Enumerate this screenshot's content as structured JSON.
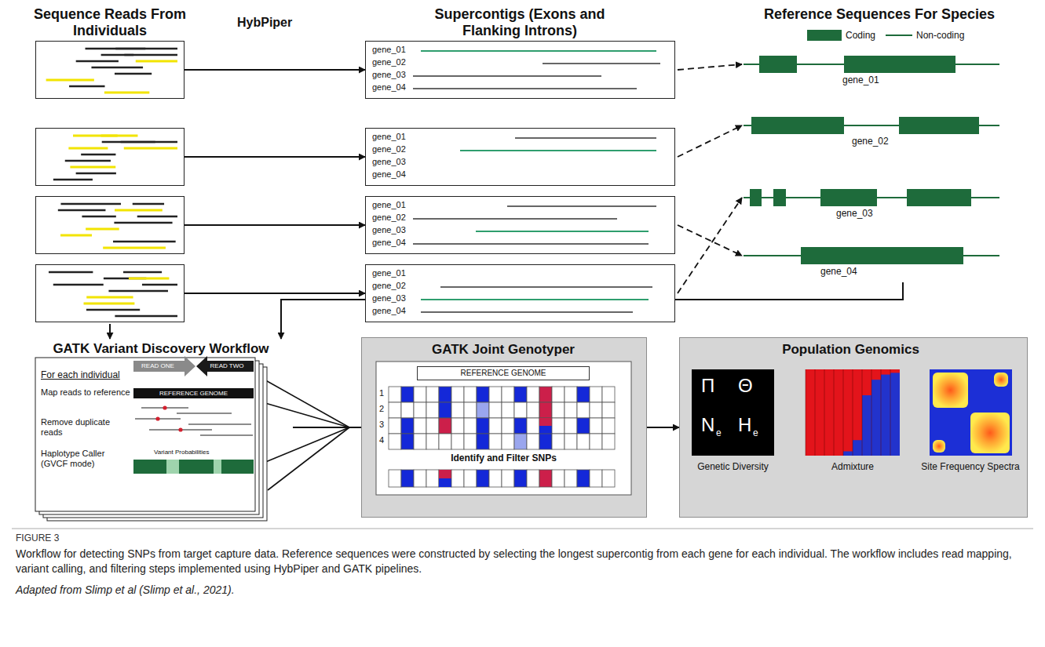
{
  "diagram": {
    "caption": "Workflow for detecting SNPs from target capture data. Reference sequences were constructed by selecting the longest supercontig from each gene for each individual. The workflow includes read mapping, variant calling, and filtering steps implemented using HybPiper and GATK pipelines.",
    "nodes": [
      {
        "text": [
          "Sequence Reads From Individuals"
        ]
      },
      {
        "text": [],
        "in": 0
      },
      {
        "text": [],
        "in": 0
      },
      {
        "text": [],
        "in": 0
      },
      {
        "text": [],
        "in": 0
      },
      {
        "text": [
          "Supercontigs (Exons and Flanking Introns)"
        ]
      },
      {
        "text": [
          "gene_01",
          "gene_02",
          "gene_03",
          "gene_04"
        ],
        "in": 5
      },
      {
        "text": [
          "gene_01",
          "gene_02",
          "gene_03",
          "gene_04"
        ],
        "in": 5
      },
      {
        "text": [
          "gene_01",
          "gene_02",
          "gene_03",
          "gene_04"
        ],
        "in": 5
      },
      {
        "text": [
          "gene_01",
          "gene_02",
          "gene_03",
          "gene_04"
        ],
        "in": 5
      },
      {
        "text": [
          "Reference Sequences For Species"
        ]
      },
      {
        "text": [
          "gene_01"
        ],
        "in": 10
      },
      {
        "text": [
          "gene_02"
        ],
        "in": 10
      },
      {
        "text": [
          "gene_03"
        ],
        "in": 10
      },
      {
        "text": [
          "gene_04"
        ],
        "in": 10
      },
      {
        "text": [
          "GATK Variant Discovery Workflow",
          "For each individual",
          "Map reads to reference",
          "Remove duplicate reads",
          "Haplotype Caller (GVCF mode)"
        ]
      },
      {
        "text": [
          "GATK Joint Genotyper",
          "REFERENCE GENOME",
          "Identify and Filter SNPs"
        ]
      },
      {
        "text": [
          "Population Genomics",
          "Genetic Diversity",
          "Admixture",
          "Site Frequency Spectra"
        ]
      }
    ],
    "edges": [
      {
        "from": 1,
        "to": 6,
        "arrow": "to"
      },
      {
        "from": 2,
        "to": 7,
        "arrow": "to"
      },
      {
        "from": 3,
        "to": 8,
        "arrow": "to"
      },
      {
        "from": 4,
        "to": 9,
        "arrow": "to"
      },
      {
        "from": 6,
        "to": 11,
        "arrow": "to"
      },
      {
        "from": 7,
        "to": 12,
        "arrow": "to"
      },
      {
        "from": 8,
        "to": 14,
        "arrow": "to"
      },
      {
        "from": 9,
        "to": 13,
        "arrow": "to"
      },
      {
        "from": 0,
        "to": 15,
        "arrow": "to"
      },
      {
        "from": 14,
        "to": 15,
        "arrow": "to"
      },
      {
        "from": 15,
        "to": 16,
        "arrow": "none"
      },
      {
        "from": 16,
        "to": 17,
        "arrow": "to"
      }
    ],
    "labels": [
      "HybPiper",
      "READ ONE",
      "READ TWO",
      "REFERENCE GENOME",
      "Variant Probabilities",
      "1",
      "2",
      "3",
      "4",
      "Π",
      "Θ",
      "N",
      "e",
      "H",
      "e",
      "FIGURE 3",
      "Adapted from Slimp et al (Slimp et al., 2021)."
    ],
    "legend": [
      {
        "text": "Coding",
        "color": "#1e6b3b"
      },
      {
        "text": "Non-coding"
      }
    ]
  }
}
